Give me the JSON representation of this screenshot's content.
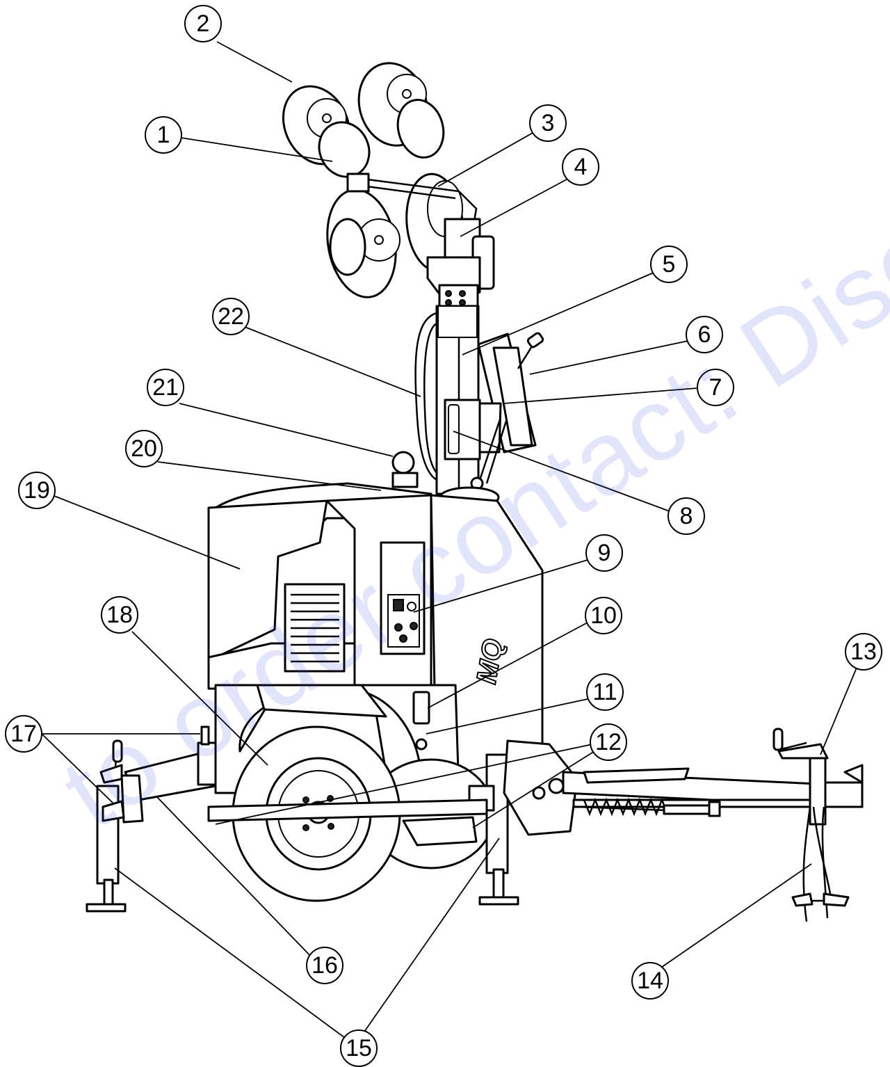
{
  "watermark": "to order contact: Discount-Equipment.com",
  "logo": "MQ",
  "callouts": [
    {
      "label": "1"
    },
    {
      "label": "2"
    },
    {
      "label": "3"
    },
    {
      "label": "4"
    },
    {
      "label": "5"
    },
    {
      "label": "6"
    },
    {
      "label": "7"
    },
    {
      "label": "8"
    },
    {
      "label": "9"
    },
    {
      "label": "10"
    },
    {
      "label": "11"
    },
    {
      "label": "12"
    },
    {
      "label": "13"
    },
    {
      "label": "14"
    },
    {
      "label": "15"
    },
    {
      "label": "16"
    },
    {
      "label": "17"
    },
    {
      "label": "18"
    },
    {
      "label": "19"
    },
    {
      "label": "20"
    },
    {
      "label": "21"
    },
    {
      "label": "22"
    }
  ],
  "colors": {
    "line": "#000000",
    "watermark": "#3a48e8",
    "background": "#ffffff"
  }
}
